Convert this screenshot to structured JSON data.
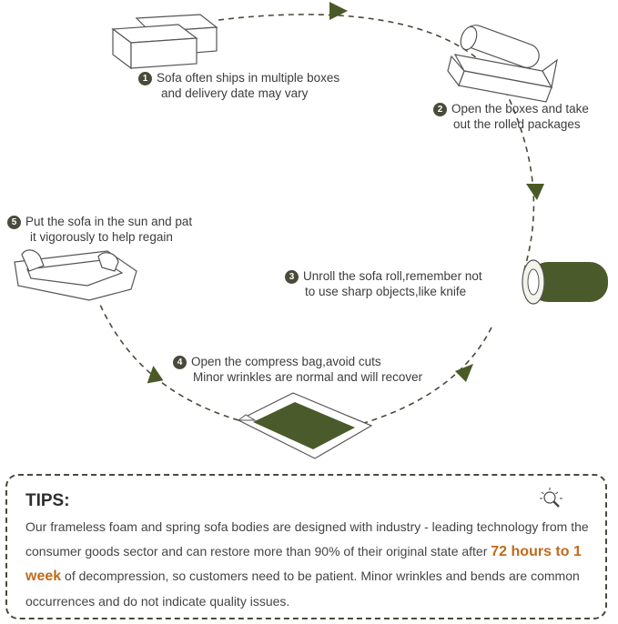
{
  "steps": [
    {
      "number": "1",
      "lines": [
        "Sofa often ships in multiple boxes",
        "and delivery date may vary"
      ]
    },
    {
      "number": "2",
      "lines": [
        "Open the boxes and take",
        "out the rolled packages"
      ]
    },
    {
      "number": "3",
      "lines": [
        "Unroll the sofa roll,remember not",
        "to use sharp objects,like knife"
      ]
    },
    {
      "number": "4",
      "lines": [
        "Open the compress bag,avoid cuts",
        "Minor wrinkles are normal and will recover"
      ]
    },
    {
      "number": "5",
      "lines": [
        "Put the sofa in the sun and pat",
        "it vigorously to help regain"
      ]
    }
  ],
  "tips": {
    "title": "TIPS:",
    "text_before": "Our frameless foam and spring sofa bodies are designed with industry - leading technology from the consumer goods sector and can restore more than 90% of their original state after ",
    "highlight": "72 hours to 1 week",
    "text_after": " of decompression, so customers need to be patient. Minor wrinkles and bends are common occurrences and do not indicate quality issues."
  },
  "colors": {
    "dashed_path": "#4a4a3a",
    "olive": "#4b5a2a",
    "highlight": "#c06a1c"
  },
  "icons": [
    "boxes-icon",
    "open-box-roll-icon",
    "sofa-roll-icon",
    "compress-bag-icon",
    "sofa-icon",
    "lightbulb-icon"
  ]
}
